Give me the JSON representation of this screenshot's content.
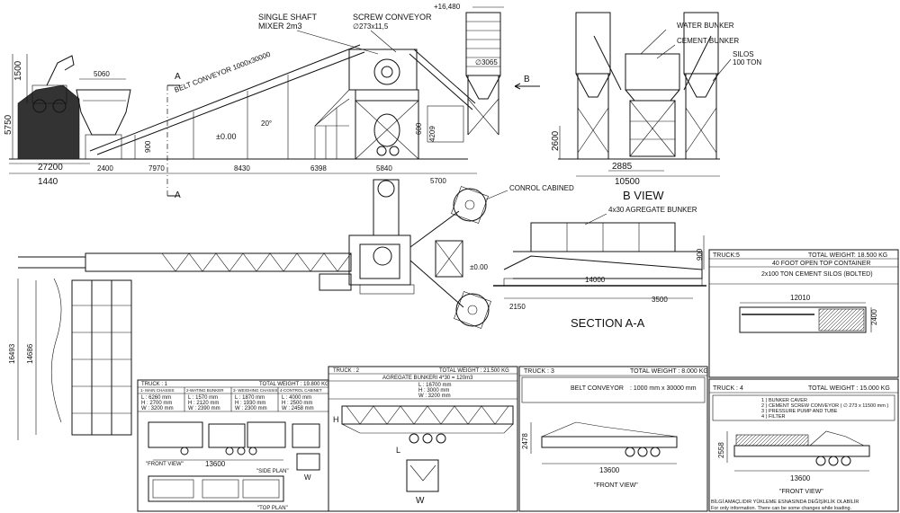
{
  "top_view": {
    "mixer_label_1": "SINGLE SHAFT",
    "mixer_label_2": "MIXER 2m3",
    "screw_label_1": "SCREW CONVEYOR",
    "screw_label_2": "∅273x11,5",
    "belt_label": "BELT CONVEYOR 1000x30000",
    "elev_16480": "+16,480",
    "silo_dia": "∅3065",
    "arrow_b": "B",
    "arrow_a_top": "A",
    "arrow_a_bottom": "A",
    "dim_1500": "1500",
    "dim_5750": "5750",
    "dim_5060": "5060",
    "dim_27200": "27200",
    "dim_1440": "1440",
    "dim_2400": "2400",
    "dim_7970": "7970",
    "dim_8430": "8430",
    "dim_6398": "6398",
    "dim_5840": "5840",
    "dim_5700": "5700",
    "dim_900": "900",
    "dim_600": "600",
    "dim_4209": "4209",
    "zero_level": "±0.00",
    "angle": "20°"
  },
  "b_view": {
    "title": "B VIEW",
    "water": "WATER BUNKER",
    "cement": "CEMENT BUNKER",
    "silos_1": "SILOS",
    "silos_2": "100 TON",
    "dim_2600": "2600",
    "dim_2885": "2885",
    "dim_10500": "10500"
  },
  "plan": {
    "control_cabin": "CONROL CABINED",
    "dim_16493": "16493",
    "dim_14686": "14686"
  },
  "section": {
    "title": "SECTION A-A",
    "bunker_label": "4x30 AGREGATE BUNKER",
    "zero": "±0.00",
    "dim_900": "900",
    "dim_2150": "2150",
    "dim_14000": "14000",
    "dim_3500": "3500"
  },
  "truck1": {
    "title": "TRUCK : 1",
    "weight": "TOTAL WEIGHT : 19.800 KG",
    "col1_head": "1- MAIN CHASSIS",
    "col1_l": "L : 6260 mm",
    "col1_h": "H : 2700 mm",
    "col1_w": "W : 3200 mm",
    "col2_head": "2-WATING BUNKER",
    "col2_l": "L : 1570 mm",
    "col2_h": "H : 2120 mm",
    "col2_w": "W : 2390 mm",
    "col3_head": "3- WEIGHING CHASSIS",
    "col3_l": "L : 1870 mm",
    "col3_h": "H : 1930 mm",
    "col3_w": "W : 2300 mm",
    "col4_head": "4-CONTROL CABINET",
    "col4_l": "L : 4000 mm",
    "col4_h": "H : 2500 mm",
    "col4_w": "W : 2458 mm",
    "dim_13600": "13600",
    "front_view": "\"FRONT VIEW\"",
    "side_plan": "\"SIDE PLAN\"",
    "top_plan": "\"TOP PLAN\"",
    "w": "W"
  },
  "truck2": {
    "title": "TRUCK : 2",
    "weight": "TOTAL WEIGHT : 21.500 KG",
    "head": "AGREGATE BUNKERI 4*30 = 120m3",
    "l": "L : 16700 mm",
    "h": "H : 3000 mm",
    "w": "W : 3200 mm",
    "h_letter": "H",
    "l_letter": "L",
    "w_letter": "W"
  },
  "truck3": {
    "title": "TRUCK : 3",
    "weight": "TOTAL WEIGHT : 8.000 KG",
    "belt": "BELT CONVEYOR",
    "belt_dim": ": 1000 mm x 30000 mm",
    "dim_2478": "2478",
    "dim_13600": "13600",
    "front_view": "\"FRONT VIEW\""
  },
  "truck4": {
    "title": "TRUCK : 4",
    "weight": "TOTAL WEIGHT : 15.000 KG",
    "items": [
      "1 ) BUNKER CAVER",
      "2 ) CEMENT SCREW CONVEYOR ( ∅ 273 x 11500 mm )",
      "3 ) PRESSURE PUMP AND TUBE",
      "4 ) FILTER"
    ],
    "dim_2558": "2558",
    "dim_13600": "13600",
    "front_view": "\"FRONT VIEW\""
  },
  "truck5": {
    "title": "TRUCK:5",
    "weight": "TOTAL WEIGHT: 18.500 KG",
    "container": "40 FOOT OPEN TOP CONTAINER",
    "silos": "2x100 TON CEMENT SILOS (BOLTED)",
    "dim_12010": "12010",
    "dim_2400": "2400"
  },
  "footer": {
    "line1": "BİLGİ AMAÇLIDIR YÜKLEME ESNASINDA DEĞİŞİKLİK OLABİLİR",
    "line2": "For only information. There can be some changes while loading."
  }
}
